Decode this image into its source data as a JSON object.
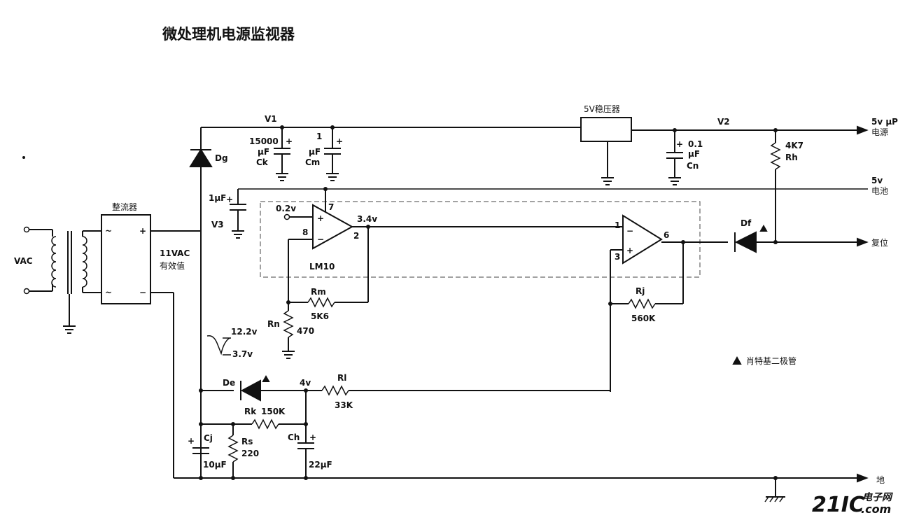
{
  "title": "微处理机电源监视器",
  "labels": {
    "vac": "VAC",
    "rectifier": "整流器",
    "ac_in": "11VAC",
    "ac_in_note": "有效值",
    "dg": "Dg",
    "v1": "V1",
    "ck_val": "15000",
    "ck_unit": "μF",
    "ck": "Ck",
    "cm_val": "1",
    "cm_unit": "μF",
    "cm": "Cm",
    "regulator": "5V稳压器",
    "v2": "V2",
    "cn_val": "0.1",
    "cn_unit": "μF",
    "cn": "Cn",
    "rh_val": "4K7",
    "rh": "Rh",
    "out_up": "5v μP",
    "out_up_note": "电源",
    "out_batt": "5v",
    "out_batt_note": "电池",
    "c3_val": "1μF",
    "v3": "V3",
    "ref": "0.2v",
    "pin7": "7",
    "pin8": "8",
    "pin2": "2",
    "lm10_out": "3.4v",
    "lm10": "LM10",
    "pin1": "1",
    "pin3": "3",
    "pin6": "6",
    "df": "Df",
    "reset": "复位",
    "rm": "Rm",
    "rm_val": "5K6",
    "rn": "Rn",
    "rn_val": "470",
    "rj": "Rj",
    "rj_val": "560K",
    "wave_hi": "12.2v",
    "wave_lo": "3.7v",
    "schottky_note": "肖特基二极管",
    "de": "De",
    "node4v": "4v",
    "rl": "Rl",
    "rl_val": "33K",
    "rk": "Rk",
    "rk_val": "150K",
    "cj": "Cj",
    "cj_val": "10μF",
    "rs": "Rs",
    "rs_val": "220",
    "ch": "Ch",
    "ch_val": "22μF",
    "ground": "地",
    "plus": "+",
    "minus": "−",
    "tilde": "~"
  },
  "watermark": {
    "brand": "21IC",
    "cn": "电子网",
    "domain": ".com",
    "color": "#f2a8b8"
  }
}
